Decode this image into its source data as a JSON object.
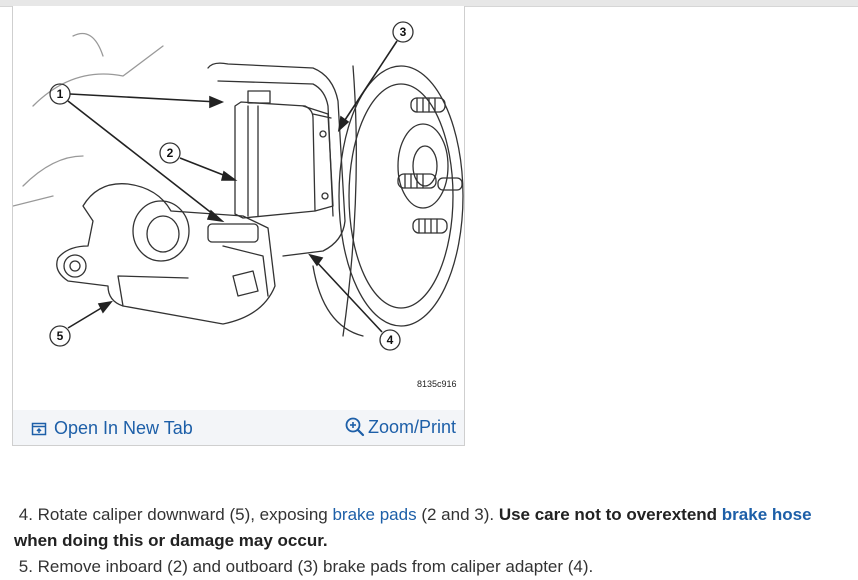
{
  "figure": {
    "image_code": "8135c916",
    "callouts": [
      "1",
      "2",
      "3",
      "4",
      "5"
    ],
    "open_tab_label": "Open In New Tab",
    "zoom_label": "Zoom/Print",
    "icons": [
      "open-new-tab-icon",
      "zoom-icon"
    ]
  },
  "steps": {
    "step4": {
      "prefix": "4. Rotate caliper downward (5), exposing ",
      "link_pads": "brake pads",
      "mid": " (2 and 3). ",
      "bold_text": "Use care not to overextend ",
      "link_hose": "brake hose",
      "bold_tail": " when doing this or damage may occur."
    },
    "step5": {
      "text": "5. Remove inboard (2) and outboard (3) brake pads from caliper adapter (4)."
    }
  },
  "colors": {
    "link": "#1d5fa8",
    "text": "#333333",
    "card_bar": "#f3f5f8"
  }
}
